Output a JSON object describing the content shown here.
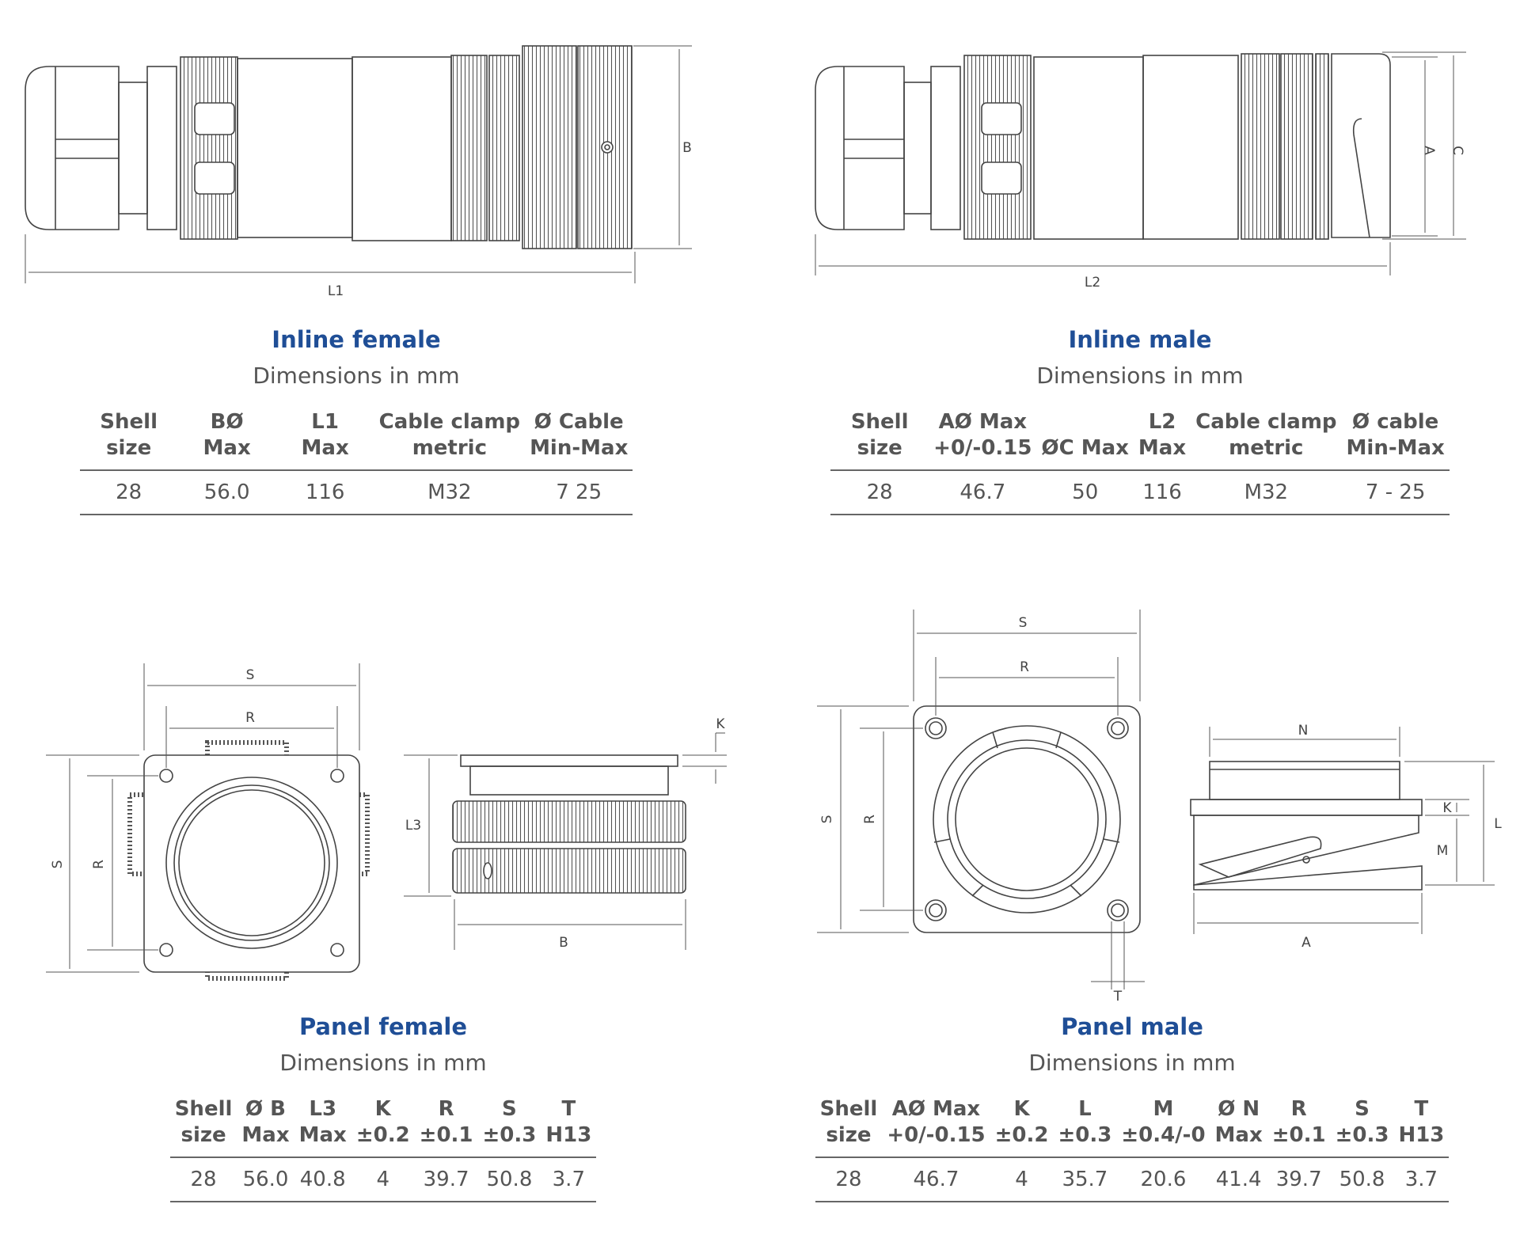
{
  "sections": [
    {
      "title": "Inline female",
      "subtitle": "Dimensions in mm",
      "headers": [
        [
          "Shell",
          "size"
        ],
        [
          "BØ",
          "Max"
        ],
        [
          "L1",
          "Max"
        ],
        [
          "Cable clamp",
          "metric"
        ],
        [
          "Ø Cable",
          "Min-Max"
        ]
      ],
      "row": [
        "28",
        "56.0",
        "116",
        "M32",
        "7 25"
      ]
    },
    {
      "title": "Inline male",
      "subtitle": "Dimensions in mm",
      "headers": [
        [
          "Shell",
          "size"
        ],
        [
          "AØ Max",
          "+0/-0.15"
        ],
        [
          "ØC Max",
          ""
        ],
        [
          "L2",
          "Max"
        ],
        [
          "Cable clamp",
          "metric"
        ],
        [
          "Ø cable",
          "Min-Max"
        ]
      ],
      "row": [
        "28",
        "46.7",
        "50",
        "116",
        "M32",
        "7 - 25"
      ]
    },
    {
      "title": "Panel female",
      "subtitle": "Dimensions in mm",
      "headers": [
        [
          "Shell",
          "size"
        ],
        [
          "Ø B",
          "Max"
        ],
        [
          "L3",
          "Max"
        ],
        [
          "K",
          "±0.2"
        ],
        [
          "R",
          "±0.1"
        ],
        [
          "S",
          "±0.3"
        ],
        [
          "T",
          "H13"
        ]
      ],
      "row": [
        "28",
        "56.0",
        "40.8",
        "4",
        "39.7",
        "50.8",
        "3.7"
      ]
    },
    {
      "title": "Panel male",
      "subtitle": "Dimensions in mm",
      "headers": [
        [
          "Shell",
          "size"
        ],
        [
          "AØ Max",
          "+0/-0.15"
        ],
        [
          "K",
          "±0.2"
        ],
        [
          "L",
          "±0.3"
        ],
        [
          "M",
          "±0.4/-0"
        ],
        [
          "Ø N",
          "Max"
        ],
        [
          "R",
          "±0.1"
        ],
        [
          "S",
          "±0.3"
        ],
        [
          "T",
          "H13"
        ]
      ],
      "row": [
        "28",
        "46.7",
        "4",
        "35.7",
        "20.6",
        "41.4",
        "39.7",
        "50.8",
        "3.7"
      ]
    }
  ],
  "drawing_labels": {
    "inline_female": {
      "b": "B",
      "l1": "L1"
    },
    "inline_male": {
      "a": "A",
      "c": "C",
      "l2": "L2"
    },
    "panel_female": {
      "s_top": "S",
      "r_top": "R",
      "s_left": "S",
      "r_left": "R",
      "k": "K",
      "l3": "L3",
      "b": "B"
    },
    "panel_male": {
      "s_top": "S",
      "r_top": "R",
      "s_left": "S",
      "r_left": "R",
      "t": "T",
      "n": "N",
      "k": "K",
      "m": "M",
      "l": "L",
      "a": "A"
    }
  }
}
